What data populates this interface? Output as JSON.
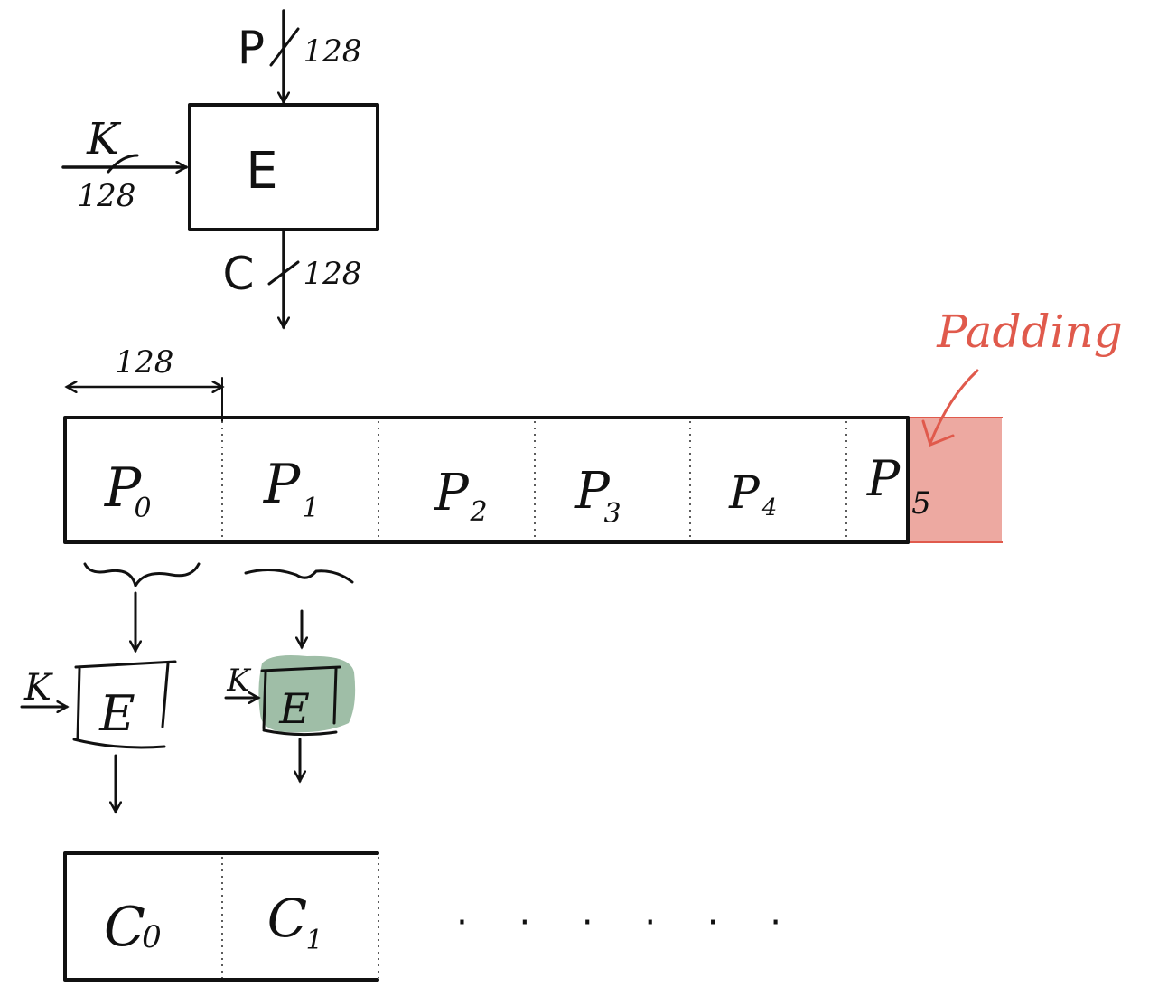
{
  "colors": {
    "ink": "#111111",
    "padding": "#e05a4c",
    "padding_fill": "#e8948a",
    "highlight": "#7fa88a"
  },
  "cipher": {
    "box_label": "E",
    "plaintext_label": "P",
    "plaintext_bits": "128",
    "key_label": "K",
    "key_bits": "128",
    "ciphertext_label": "C",
    "ciphertext_bits": "128"
  },
  "message": {
    "block_size": "128",
    "blocks": [
      {
        "label": "P",
        "sub": "0"
      },
      {
        "label": "P",
        "sub": "1"
      },
      {
        "label": "P",
        "sub": "2"
      },
      {
        "label": "P",
        "sub": "3"
      },
      {
        "label": "P",
        "sub": "4"
      },
      {
        "label": "P",
        "sub": "5"
      }
    ],
    "padding_label": "Padding"
  },
  "encrypt_steps": [
    {
      "key_label": "K",
      "box_label": "E"
    },
    {
      "key_label": "K",
      "box_label": "E"
    }
  ],
  "ciphertext": {
    "blocks": [
      {
        "label": "C",
        "sub": "0"
      },
      {
        "label": "C",
        "sub": "1"
      }
    ],
    "ellipsis": "· · · · · ·"
  }
}
